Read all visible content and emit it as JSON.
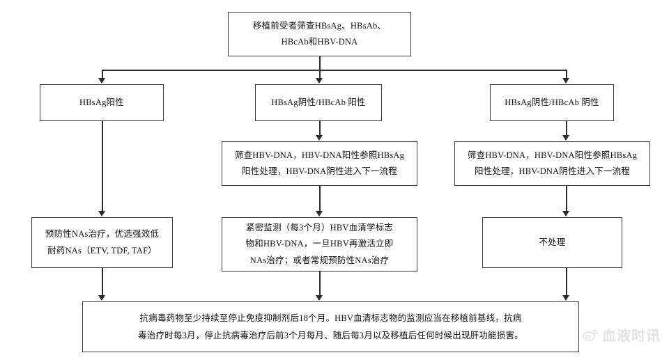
{
  "diagram": {
    "title_present": false,
    "line_color": "#2b2b2b",
    "box_border_color": "#3a3a3a",
    "background": "#ffffff",
    "nodes": {
      "root": "移植前受者筛查HBsAg、HBsAb、HBcAb和HBV-DNA",
      "root_line1": "移植前受者筛查HBsAg、HBsAb、",
      "root_line2": "HBcAb和HBV-DNA",
      "hbsag_positive": "HBsAg阳性",
      "hbsag_neg_hbcab_pos": "HBsAg阴性/HBcAb 阳性",
      "hbsag_neg_hbcab_neg": "HBsAg阴性/HBcAb 阴性",
      "mid_dna_line1": "筛查HBV-DNA，HBV-DNA阳性参照HBsAg",
      "mid_dna_line2": "阳性处理，HBV-DNA阴性进入下一流程",
      "neg_dna_line1": "筛查HBV-DNA，HBV-DNA阳性参照HBsAg",
      "neg_dna_line2": "阳性处理，HBV-DNA阴性进入下一流程",
      "prophylaxis_line1": "预防性NAs治疗，优选强效低",
      "prophylaxis_line2": "耐药NAs（ETV, TDF, TAF）",
      "monitor_line1": "紧密监测（每3个月）HBV血清学标志",
      "monitor_line2": "物和HBV-DNA，一旦HBV再激活立即",
      "monitor_line3": "NAs治疗；或者常规预防性NAs治疗",
      "no_action": "不处理",
      "bottom_line1": "抗病毒药物至少持续至停止免疫抑制剂后18个月。HBV血清标志物的监测应当在移植前基线，抗病",
      "bottom_line2": "毒治疗时每3月，停止抗病毒治疗后前3个月每月、随后每3月以及移植后任何时候出现肝功能损害。"
    }
  },
  "watermark": {
    "icon": "weibo-icon",
    "text": "血液时讯",
    "color": "#e2e2e2"
  }
}
